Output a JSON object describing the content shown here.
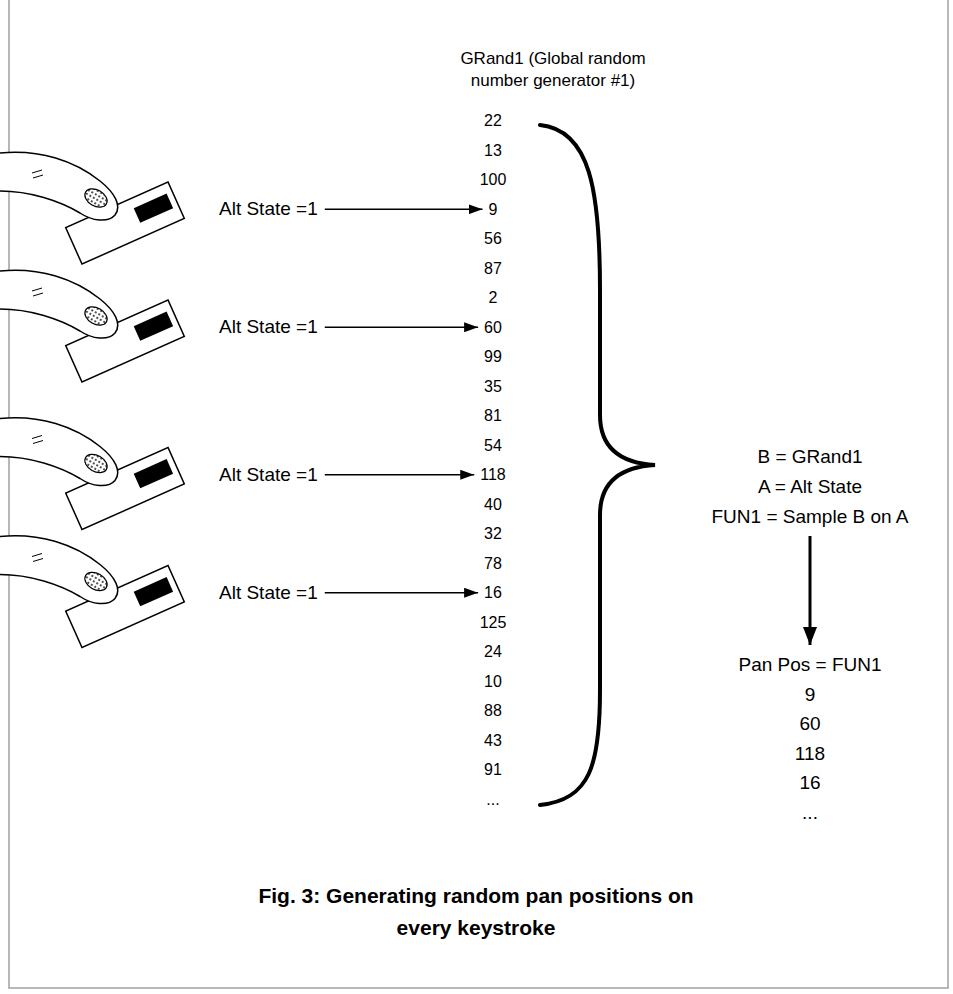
{
  "diagram": {
    "caption": "Fig. 3: Generating random pan positions on every keystroke",
    "nodes": [
      {
        "text": [
          "GRand1 (Global random number generator #1)",
          "22",
          "13",
          "100",
          "9",
          "56",
          "87",
          "2",
          "60",
          "99",
          "35",
          "81",
          "54",
          "118",
          "40",
          "32",
          "78",
          "16",
          "125",
          "24",
          "10",
          "88",
          "43",
          "91",
          "..."
        ]
      },
      {
        "text": [
          "Alt State =1"
        ]
      },
      {
        "text": [
          "Alt State =1"
        ]
      },
      {
        "text": [
          "Alt State =1"
        ]
      },
      {
        "text": [
          "Alt State =1"
        ]
      },
      {
        "text": [
          "B = GRand1",
          "A = Alt State",
          "FUN1 = Sample B on A"
        ]
      },
      {
        "text": [
          "Pan Pos = FUN1",
          "9",
          "60",
          "118",
          "16",
          "..."
        ]
      }
    ],
    "edges": [
      {
        "from": 1,
        "to": 0,
        "arrow": "to"
      },
      {
        "from": 2,
        "to": 0,
        "arrow": "to"
      },
      {
        "from": 3,
        "to": 0,
        "arrow": "to"
      },
      {
        "from": 4,
        "to": 0,
        "arrow": "to"
      },
      {
        "from": 5,
        "to": 6,
        "arrow": "to"
      }
    ]
  }
}
